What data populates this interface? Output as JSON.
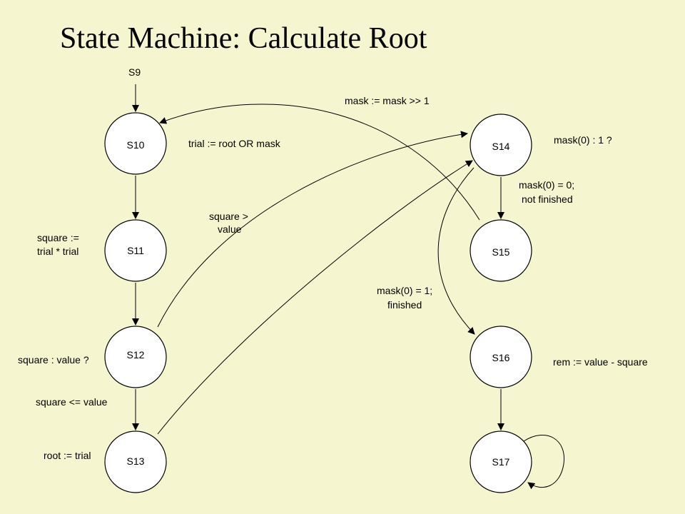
{
  "title": "State Machine: Calculate Root",
  "states": {
    "s9": "S9",
    "s10": "S10",
    "s11": "S11",
    "s12": "S12",
    "s13": "S13",
    "s14": "S14",
    "s15": "S15",
    "s16": "S16",
    "s17": "S17"
  },
  "labels": {
    "mask_shift": "mask := mask >> 1",
    "trial_assign": "trial := root OR mask",
    "mask0_check": "mask(0) : 1 ?",
    "square_gt_line1": "square >",
    "square_gt_line2": "value",
    "mask0_zero_line1": "mask(0) = 0;",
    "mask0_zero_line2": "not finished",
    "square_assign_line1": "square :=",
    "square_assign_line2": "trial * trial",
    "mask0_one_line1": "mask(0) = 1;",
    "mask0_one_line2": "finished",
    "square_compare": "square : value ?",
    "rem_assign": "rem := value - square",
    "square_le": "square <= value",
    "root_assign": "root := trial"
  }
}
